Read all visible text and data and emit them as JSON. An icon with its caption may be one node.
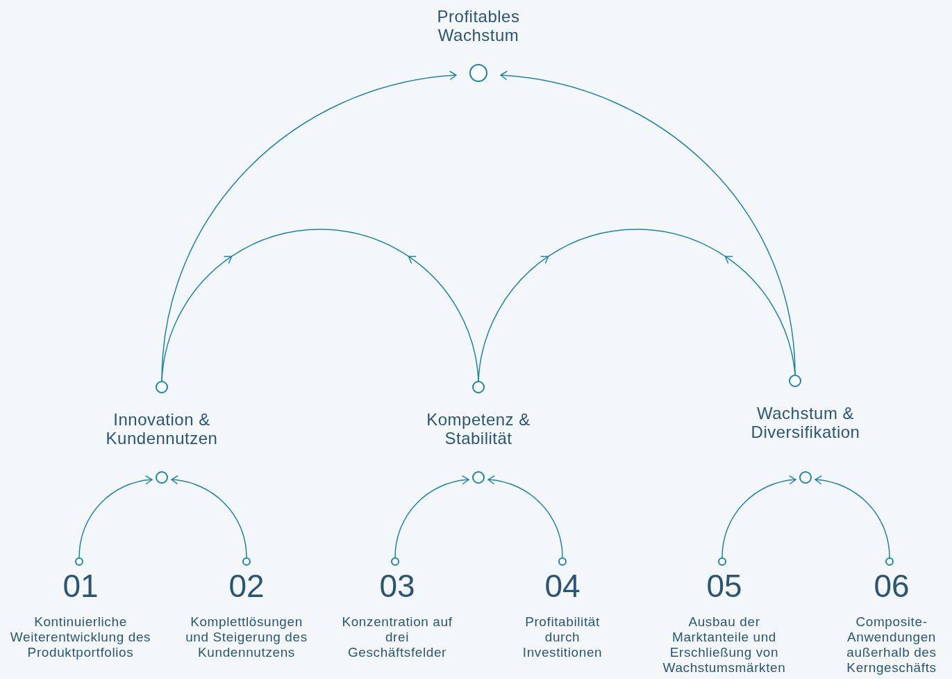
{
  "diagram": {
    "nodes": [
      {
        "text": [
          "Profitables Wachstum"
        ]
      },
      {
        "text": [
          "Innovation & Kundennutzen"
        ]
      },
      {
        "text": [
          "Kompetenz & Stabilität"
        ]
      },
      {
        "text": [
          "Wachstum & Diversifikation"
        ]
      },
      {
        "text": [],
        "shape": "circle"
      },
      {
        "text": [],
        "shape": "circle"
      },
      {
        "text": [],
        "shape": "circle"
      },
      {
        "text": [
          "01",
          "Kontinuierliche Weiterentwicklung des Produktportfolios"
        ]
      },
      {
        "text": [
          "02",
          "Komplettlösungen und Steigerung des Kundennutzens"
        ]
      },
      {
        "text": [
          "03",
          "Konzentration auf drei Geschäftsfelder"
        ]
      },
      {
        "text": [
          "04",
          "Profitabilität durch Investitionen"
        ]
      },
      {
        "text": [
          "05",
          "Ausbau der Marktanteile und Erschließung von Wachstumsmärkten"
        ]
      },
      {
        "text": [
          "06",
          "Composite-Anwendungen außerhalb des Kerngeschäfts"
        ]
      }
    ],
    "edges": [
      {
        "from": 1,
        "to": 0,
        "arrow": "to"
      },
      {
        "from": 3,
        "to": 0,
        "arrow": "to"
      },
      {
        "from": 1,
        "to": null,
        "arrow": "to"
      },
      {
        "from": 2,
        "to": null,
        "arrow": "to"
      },
      {
        "from": 2,
        "to": null,
        "arrow": "to"
      },
      {
        "from": 3,
        "to": null,
        "arrow": "to"
      },
      {
        "from": 7,
        "to": 4,
        "arrow": "to"
      },
      {
        "from": 8,
        "to": 4,
        "arrow": "to"
      },
      {
        "from": 9,
        "to": 5,
        "arrow": "to"
      },
      {
        "from": 10,
        "to": 5,
        "arrow": "to"
      },
      {
        "from": 11,
        "to": 6,
        "arrow": "to"
      },
      {
        "from": 12,
        "to": 6,
        "arrow": "to"
      }
    ]
  }
}
